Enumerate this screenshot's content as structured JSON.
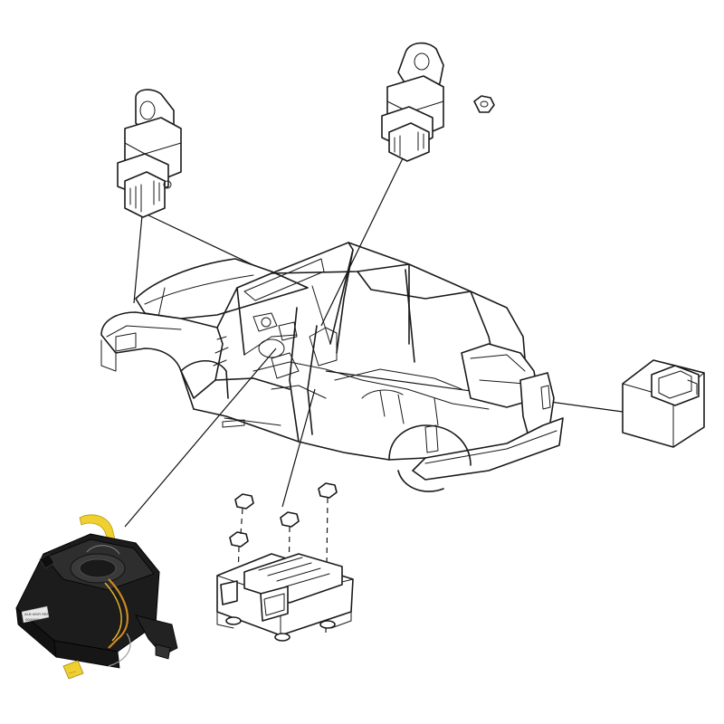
{
  "diagram": {
    "callouts": [
      {
        "id": "left-impact-sensor"
      },
      {
        "id": "right-impact-sensor"
      },
      {
        "id": "impact-sensor-nut"
      },
      {
        "id": "side-module"
      },
      {
        "id": "occupant-restraint-controller"
      },
      {
        "id": "clockspring"
      }
    ]
  },
  "clockspring": {
    "label_line_1": "ALB WKR RBT",
    "label_line_2": "0000000"
  },
  "colors": {
    "line": "#1a1a1a",
    "background": "#ffffff",
    "clockspring_body": "#1c1c1c",
    "clockspring_ribbon": "#f0d030",
    "clockspring_wire": "#d08a20"
  }
}
